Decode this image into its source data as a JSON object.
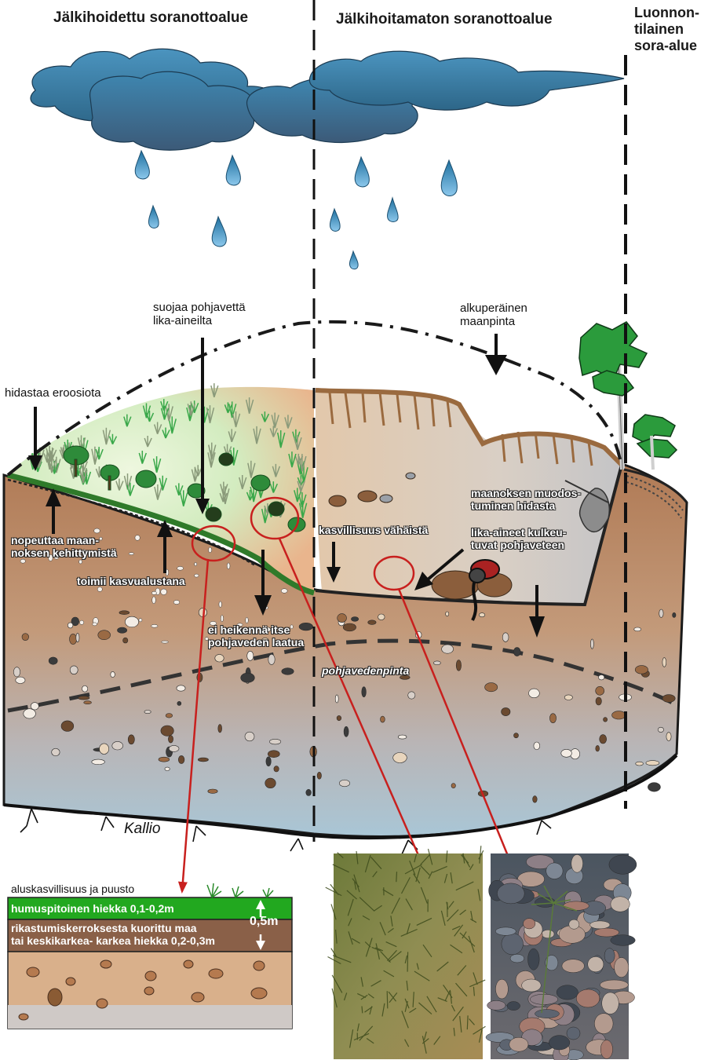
{
  "headers": {
    "left": "Jälkihoidettu soranottoalue",
    "middle": "Jälkihoitamaton soranottoalue",
    "right_line1": "Luonnon-",
    "right_line2": "tilainen",
    "right_line3": "sora-alue"
  },
  "labels": {
    "suojaa_line1": "suojaa pohjavettä",
    "suojaa_line2": "lika-aineilta",
    "alkuperainen_line1": "alkuperäinen",
    "alkuperainen_line2": "maanpinta",
    "hidastaa": "hidastaa eroosiota",
    "nopeuttaa_line1": "nopeuttaa maan-",
    "nopeuttaa_line2": "noksen kehittymistä",
    "toimii": "toimii kasvualustana",
    "ei_heikenna_line1": "ei heikennä itse",
    "ei_heikenna_line2": "pohjaveden laatua",
    "kasvillisuus": "kasvillisuus  vähäistä",
    "maanoksen_line1": "maanoksen muodos-",
    "maanoksen_line2": "tuminen hidasta",
    "lika_line1": "lika-aineet kulkeu-",
    "lika_line2": "tuvat pohjaveteen",
    "pohjavedenpinta": "pohjavedenpinta",
    "kallio": "Kallio"
  },
  "legend": {
    "title": "aluskasvillisuus ja puusto",
    "layer1": "humuspitoinen hiekka 0,1-0,2m",
    "layer2_line1": "rikastumiskerroksesta kuorittu maa",
    "layer2_line2": "tai keskikarkea- karkea hiekka 0,2-0,3m",
    "thickness": "0,5m"
  },
  "colors": {
    "cloud": "#3a7fa8",
    "soil": "#b0805a",
    "groundwater": "#9fb8c8",
    "vegetation": "#3fa83a",
    "pit": "#d9c7b0",
    "annotation_red": "#c8201e"
  }
}
